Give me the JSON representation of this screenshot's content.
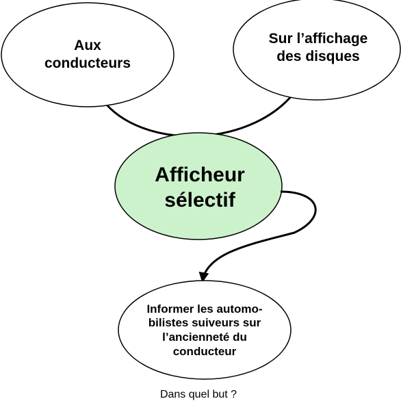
{
  "nodes": {
    "conducteurs": {
      "line1": "Aux",
      "line2": "conducteurs"
    },
    "disques": {
      "line1": "Sur l’affichage",
      "line2": "des disques"
    },
    "afficheur": {
      "line1": "Afficheur",
      "line2": "sélectif"
    },
    "informer": {
      "line1": "Informer les automo-",
      "line2": "bilistes suiveurs sur",
      "line3": "l’ancienneté du",
      "line4": "conducteur"
    }
  },
  "caption": "Dans quel but ?",
  "colors": {
    "central_fill": "#ccf2cc",
    "outline": "#000000",
    "background": "#ffffff"
  }
}
